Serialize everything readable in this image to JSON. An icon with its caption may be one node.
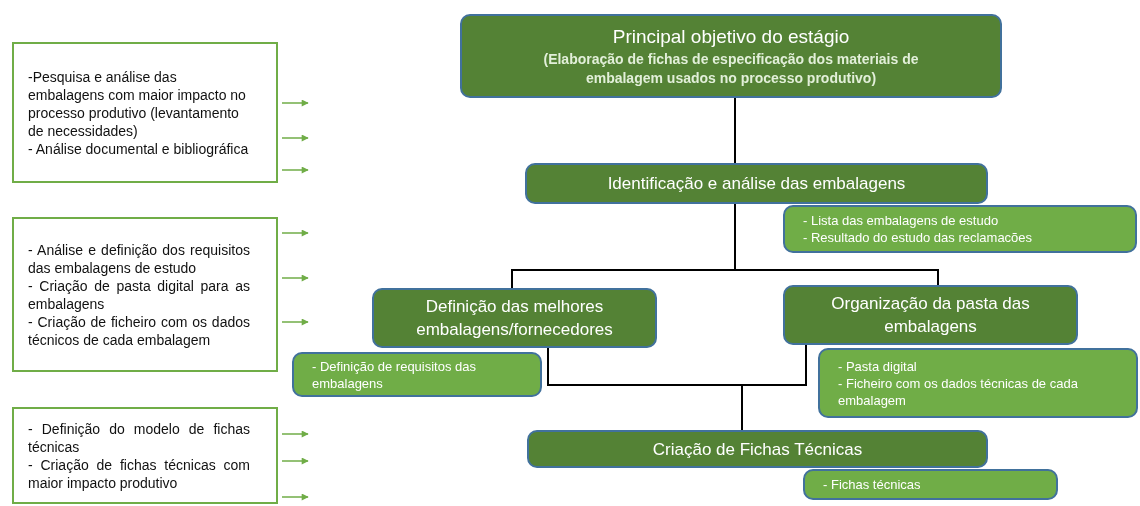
{
  "diagram": {
    "nodes": [
      {
        "text": [
          "Principal objetivo do estágio",
          "(Elaboração de fichas de especificação dos materiais de embalagem usados no processo produtivo)"
        ]
      },
      {
        "text": [
          "Identificação e análise das embalagens"
        ]
      },
      {
        "text": [
          "- Lista das embalagens de estudo",
          "- Resultado do estudo das reclamacões"
        ]
      },
      {
        "text": [
          "Definição das melhores embalagens/fornecedores"
        ]
      },
      {
        "text": [
          "Organização da pasta das embalagens"
        ]
      },
      {
        "text": [
          "- Definição de requisitos das embalagens"
        ]
      },
      {
        "text": [
          "- Pasta digital",
          "- Ficheiro com os dados técnicas de cada embalagem"
        ]
      },
      {
        "text": [
          "Criação de Fichas Técnicas"
        ]
      },
      {
        "text": [
          "- Fichas técnicas"
        ]
      },
      {
        "text": [
          "-Pesquisa e análise das embalagens com maior impacto no processo produtivo (levantamento de necessidades)",
          "- Análise documental e bibliográfica"
        ]
      },
      {
        "text": [
          "- Análise e definição dos requisitos das embalagens de estudo",
          "- Criação de pasta digital para as embalagens",
          "- Criação de ficheiro com os dados técnicos de cada embalagem"
        ]
      },
      {
        "text": [
          "- Definição do modelo de fichas técnicas",
          "- Criação de fichas técnicas com maior impacto produtivo"
        ]
      }
    ],
    "edges": [
      {
        "from": 0,
        "to": 1,
        "arrow": "none",
        "color": "#000000"
      },
      {
        "from": 1,
        "to": 3,
        "arrow": "none",
        "color": "#000000"
      },
      {
        "from": 1,
        "to": 4,
        "arrow": "none",
        "color": "#000000"
      },
      {
        "from": 3,
        "to": 7,
        "arrow": "none",
        "color": "#000000"
      },
      {
        "from": 4,
        "to": 7,
        "arrow": "none",
        "color": "#000000"
      },
      {
        "from": 9,
        "to": null,
        "arrow": "to"
      },
      {
        "from": 9,
        "to": null,
        "arrow": "to"
      },
      {
        "from": 9,
        "to": null,
        "arrow": "to"
      },
      {
        "from": 10,
        "to": null,
        "arrow": "to"
      },
      {
        "from": 10,
        "to": null,
        "arrow": "to"
      },
      {
        "from": 10,
        "to": null,
        "arrow": "to"
      },
      {
        "from": 11,
        "to": null,
        "arrow": "to"
      },
      {
        "from": 11,
        "to": null,
        "arrow": "to"
      },
      {
        "from": 11,
        "to": null,
        "arrow": "to"
      }
    ]
  }
}
